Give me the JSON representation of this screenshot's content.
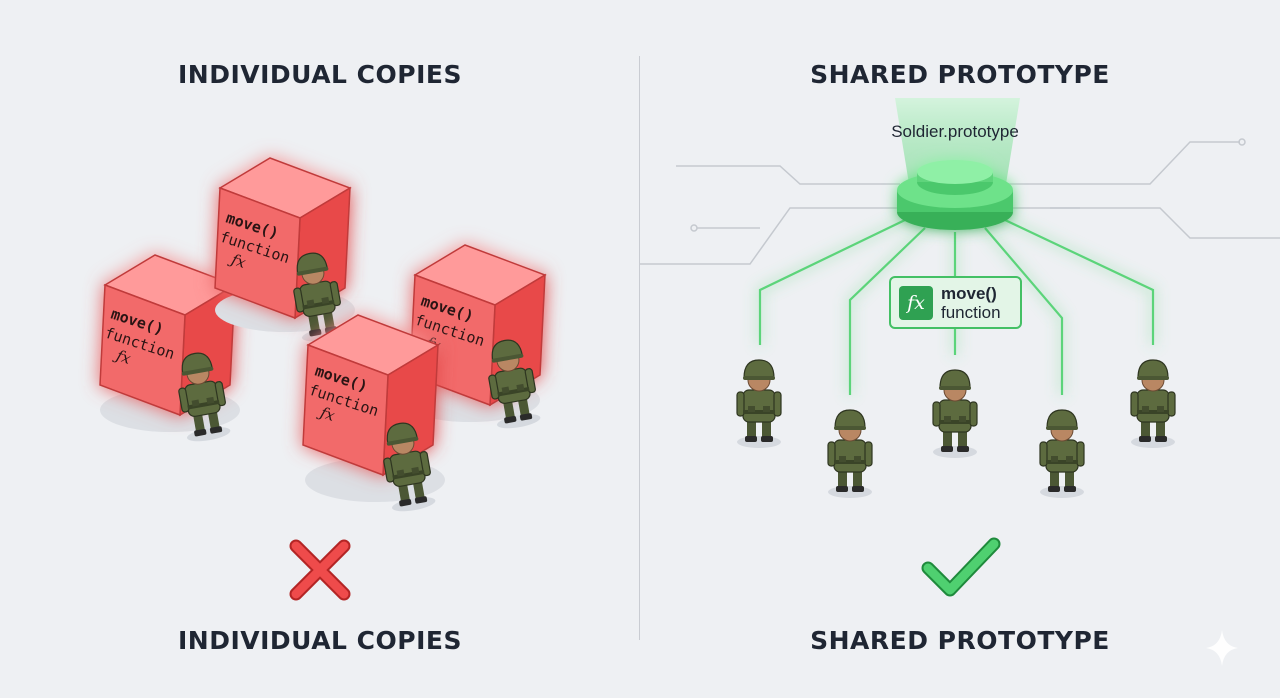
{
  "left_panel": {
    "title_top": "INDIVIDUAL COPIES",
    "title_bottom": "INDIVIDUAL COPIES",
    "status_icon": "red-cross-icon"
  },
  "right_panel": {
    "title_top": "SHARED PROTOTYPE",
    "title_bottom": "SHARED PROTOTYPE",
    "status_icon": "green-check-icon"
  },
  "prototype_label": "Soldier.prototype",
  "shared_function": {
    "icon": "fx",
    "name": "move()",
    "keyword": "function"
  },
  "copy_box": {
    "name": "move()",
    "keyword": "function",
    "icon": "fx"
  },
  "colors": {
    "copy_red": "#f26b6b",
    "proto_green": "#44c065",
    "soldier": "#5d6b3f",
    "text": "#1f2633"
  }
}
